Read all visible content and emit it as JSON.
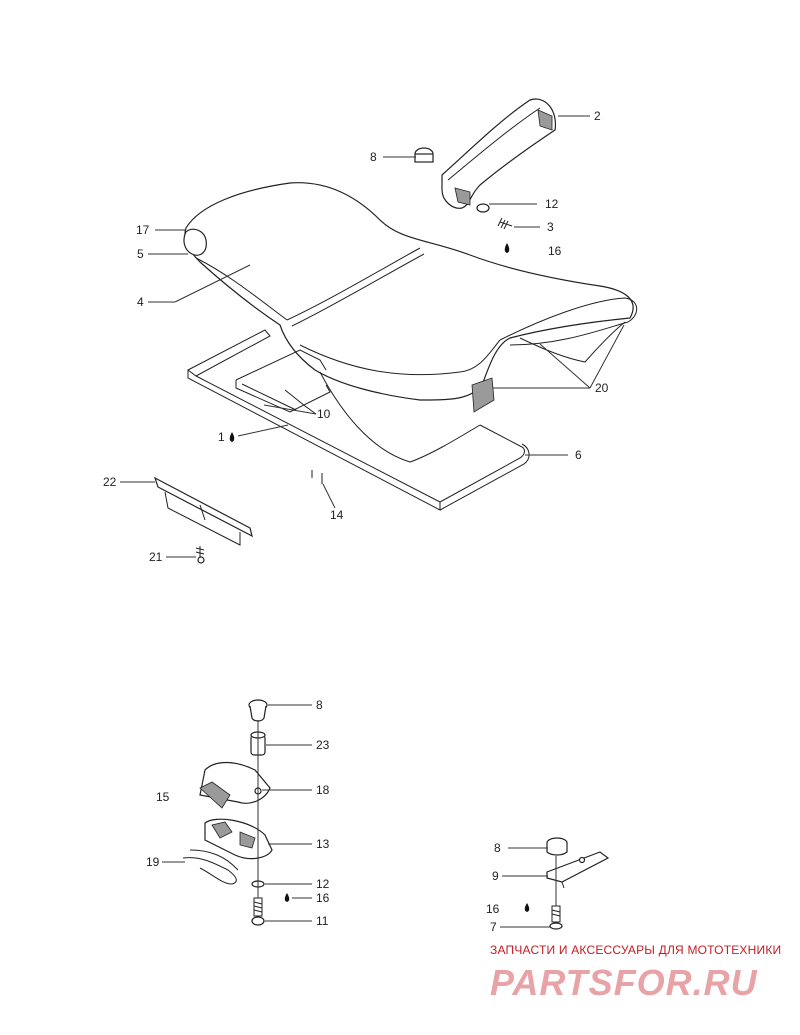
{
  "diagram": {
    "callouts": [
      {
        "id": "c-2",
        "text": "2"
      },
      {
        "id": "c-8a",
        "text": "8"
      },
      {
        "id": "c-12a",
        "text": "12"
      },
      {
        "id": "c-3",
        "text": "3"
      },
      {
        "id": "c-16a",
        "text": "16"
      },
      {
        "id": "c-17",
        "text": "17"
      },
      {
        "id": "c-5",
        "text": "5"
      },
      {
        "id": "c-4",
        "text": "4"
      },
      {
        "id": "c-20",
        "text": "20"
      },
      {
        "id": "c-10",
        "text": "10"
      },
      {
        "id": "c-1",
        "text": "1"
      },
      {
        "id": "c-6",
        "text": "6"
      },
      {
        "id": "c-14",
        "text": "14"
      },
      {
        "id": "c-22",
        "text": "22"
      },
      {
        "id": "c-21",
        "text": "21"
      },
      {
        "id": "c-8b",
        "text": "8"
      },
      {
        "id": "c-23",
        "text": "23"
      },
      {
        "id": "c-15",
        "text": "15"
      },
      {
        "id": "c-18",
        "text": "18"
      },
      {
        "id": "c-13",
        "text": "13"
      },
      {
        "id": "c-19",
        "text": "19"
      },
      {
        "id": "c-12b",
        "text": "12"
      },
      {
        "id": "c-16b",
        "text": "16"
      },
      {
        "id": "c-11",
        "text": "11"
      },
      {
        "id": "c-8c",
        "text": "8"
      },
      {
        "id": "c-9",
        "text": "9"
      },
      {
        "id": "c-16c",
        "text": "16"
      },
      {
        "id": "c-7",
        "text": "7"
      }
    ]
  },
  "watermark": {
    "caption": "ЗАПЧАСТИ И АКСЕССУАРЫ ДЛЯ МОТОТЕХНИКИ",
    "logo_text": "PARTSFOR.RU",
    "color": "#c41c24"
  }
}
